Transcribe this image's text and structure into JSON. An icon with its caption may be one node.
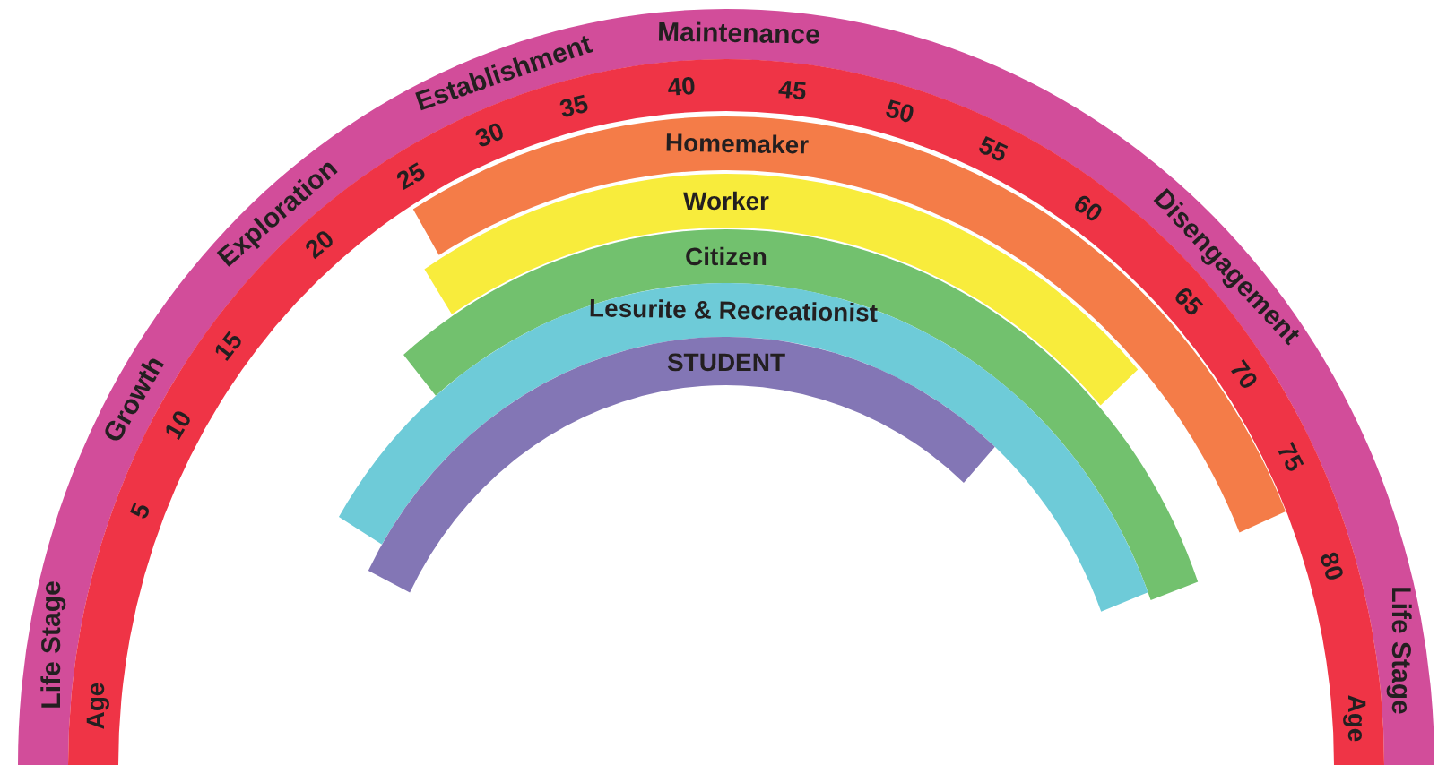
{
  "diagram": {
    "nodes": [
      {
        "text": [
          "Life Stage",
          "Growth",
          "Exploration",
          "Establishment",
          "Maintenance",
          "Disengagement",
          "Life Stage"
        ]
      },
      {
        "text": [
          "Age",
          "5",
          "10",
          "15",
          "20",
          "25",
          "30",
          "35",
          "40",
          "45",
          "50",
          "55",
          "60",
          "65",
          "70",
          "75",
          "80",
          "Age"
        ]
      },
      {
        "text": [
          "Homemaker"
        ]
      },
      {
        "text": [
          "Worker"
        ]
      },
      {
        "text": [
          "Citizen"
        ]
      },
      {
        "text": [
          "Lesurite & Recreationist"
        ]
      },
      {
        "text": [
          "STUDENT"
        ]
      }
    ]
  }
}
